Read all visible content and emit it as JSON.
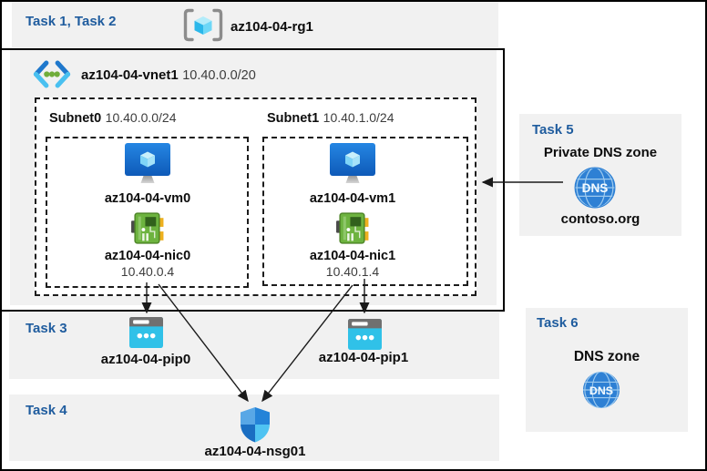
{
  "colors": {
    "band_bg": "#f1f1f1",
    "task_label_blue": "#1f5c9e",
    "arrow": "#1a1a1a",
    "vm_monitor_blue": "#1473cd",
    "nic_green": "#6db33f",
    "pip_cyan": "#30c1e8",
    "dns_globe_blue": "#2e80d4",
    "nsg_shield_blues": [
      "#58a7e6",
      "#2483d8",
      "#1a6ec2",
      "#4fc3f2"
    ]
  },
  "header": {
    "tasks_label": "Task 1, Task 2",
    "resource_group": "az104-04-rg1"
  },
  "vnet": {
    "name": "az104-04-vnet1",
    "cidr": "10.40.0.0/20",
    "subnets": [
      {
        "name": "Subnet0",
        "cidr": "10.40.0.0/24",
        "vm_name": "az104-04-vm0",
        "nic_name": "az104-04-nic0",
        "nic_ip": "10.40.0.4"
      },
      {
        "name": "Subnet1",
        "cidr": "10.40.1.0/24",
        "vm_name": "az104-04-vm1",
        "nic_name": "az104-04-nic1",
        "nic_ip": "10.40.1.4"
      }
    ]
  },
  "task3": {
    "label": "Task 3",
    "pip0": "az104-04-pip0",
    "pip1": "az104-04-pip1"
  },
  "task4": {
    "label": "Task 4",
    "nsg_name": "az104-04-nsg01"
  },
  "task5": {
    "label": "Task 5",
    "title": "Private DNS zone",
    "zone_name": "contoso.org"
  },
  "task6": {
    "label": "Task 6",
    "title": "DNS zone"
  },
  "dns_icon_text": "DNS"
}
